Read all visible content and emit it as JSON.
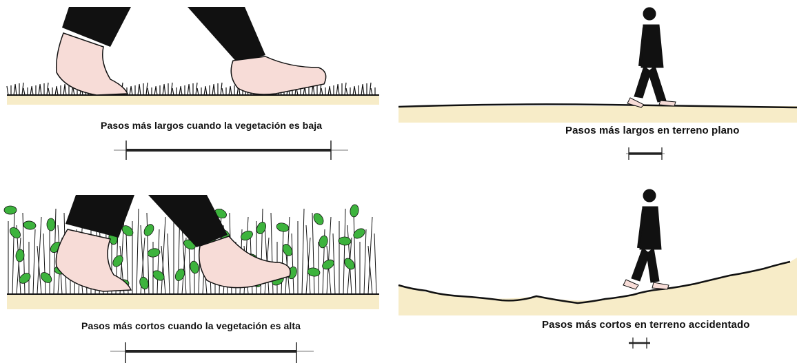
{
  "panels": [
    {
      "caption": "Pasos más largos cuando la vegetación es baja",
      "stride": "long"
    },
    {
      "caption": "Pasos más largos en terreno plano",
      "stride": "short-scale"
    },
    {
      "caption": "Pasos más cortos cuando la vegetación es alta",
      "stride": "long"
    },
    {
      "caption": "Pasos más cortos en terreno accidentado",
      "stride": "short-scale"
    }
  ],
  "colors": {
    "ground": "#f7ecc8",
    "skin": "#f7dcd7",
    "trousers": "#111111",
    "leaf": "#3db33d",
    "ink": "#111111"
  }
}
